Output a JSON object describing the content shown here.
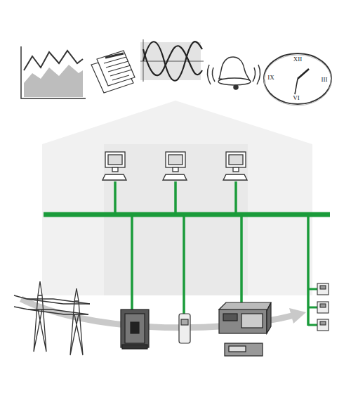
{
  "diagram": {
    "labels": [
      "XII",
      "III",
      "VI",
      "IX"
    ]
  }
}
